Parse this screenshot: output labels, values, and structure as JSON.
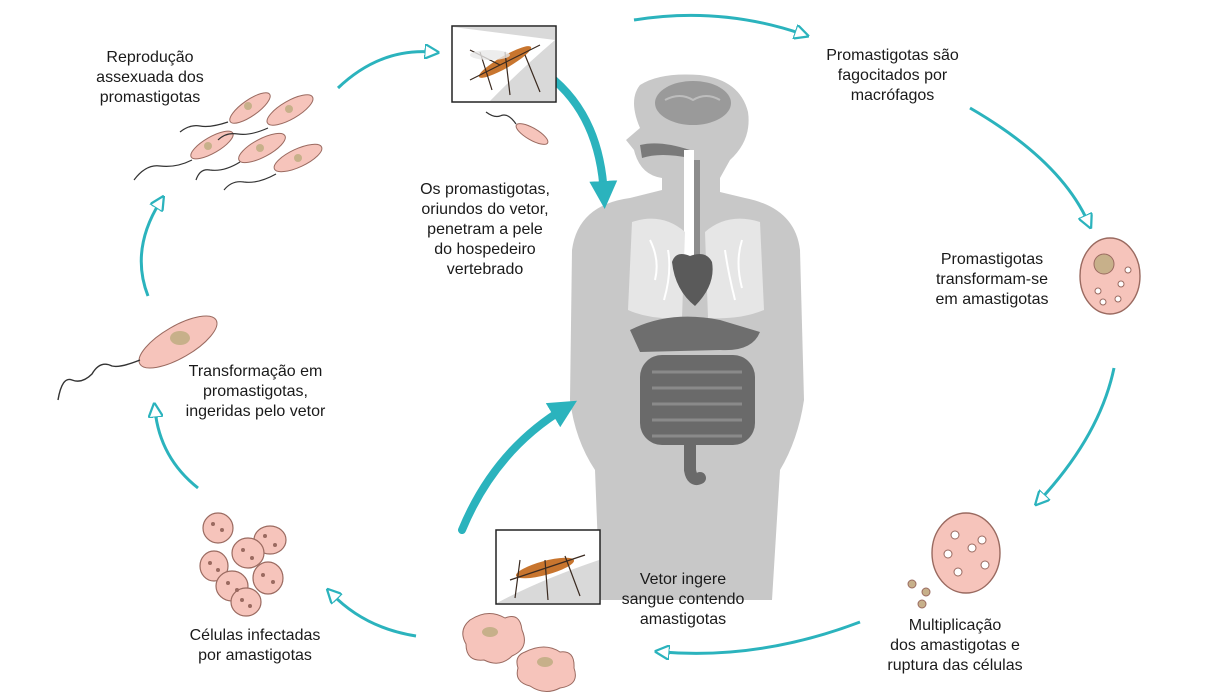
{
  "labels": {
    "reproducao": "Reprodução\nassexuada dos\npromastigotas",
    "penetram": "Os promastigotas,\noriundos do vetor,\npenetram a pele\ndo hospedeiro\nvertebrado",
    "fagocitados": "Promastigotas são\nfagocitados por\nmacrófagos",
    "transformam": "Promastigotas\ntransformam-se\nem amastigotas",
    "transformacao": "Transformação em\npromastigotas,\ningeridas pelo vetor",
    "vetor_ingere": "Vetor ingere\nsangue contendo\namastigotas",
    "multiplicacao": "Multiplicação\ndos amastigotas e\nruptura das células",
    "celulas_infectadas": "Células infectadas\npor amastigotas"
  },
  "colors": {
    "arrow": "#2bb3bd",
    "cell_fill": "#f6c4bb",
    "cell_stroke": "#9a6a60",
    "body_gray": "#c8c8c8",
    "organ_dark": "#5e5e5e",
    "mosquito": "#c8752e"
  },
  "icons": [
    "mosquito-icon",
    "human-body-icon",
    "promastigote-icon",
    "macrophage-icon",
    "amastigote-icon",
    "cycle-arrow-icon"
  ]
}
